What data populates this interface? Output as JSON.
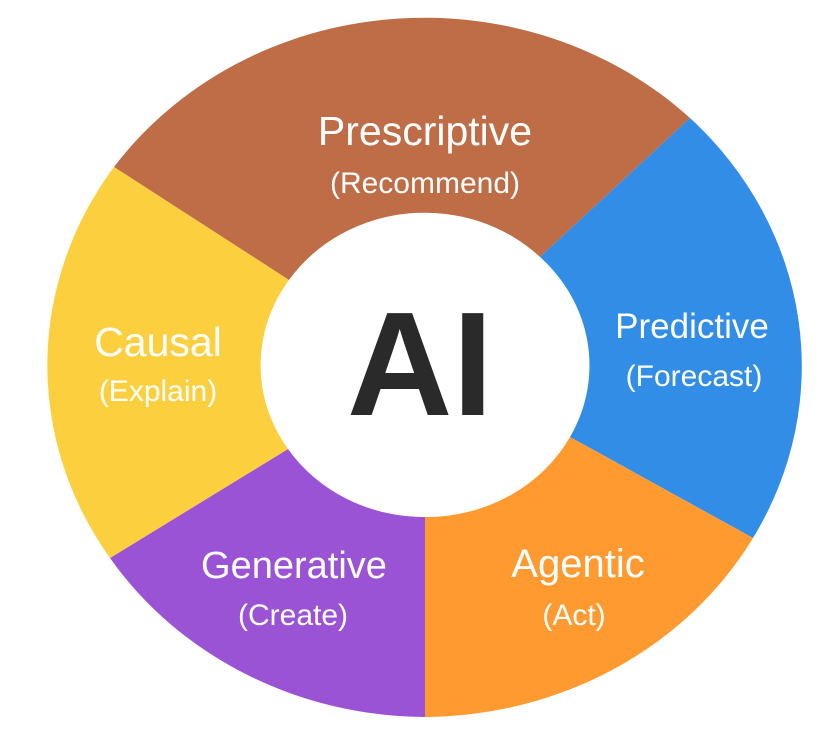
{
  "diagram": {
    "type": "donut-wheel",
    "center": {
      "label": "AI",
      "color": "#2a2a2a",
      "fill": "#ffffff"
    },
    "segments": [
      {
        "id": "prescriptive",
        "title": "Prescriptive",
        "subtitle": "(Recommend)",
        "color": "#BE6D46",
        "position": "top"
      },
      {
        "id": "predictive",
        "title": "Predictive",
        "subtitle": "(Forecast)",
        "color": "#328DE6",
        "position": "right"
      },
      {
        "id": "agentic",
        "title": "Agentic",
        "subtitle": "(Act)",
        "color": "#FE9A30",
        "position": "bottom-right"
      },
      {
        "id": "generative",
        "title": "Generative",
        "subtitle": "(Create)",
        "color": "#9A53D5",
        "position": "bottom-left"
      },
      {
        "id": "causal",
        "title": "Causal",
        "subtitle": "(Explain)",
        "color": "#FCCF3E",
        "position": "left"
      }
    ]
  }
}
